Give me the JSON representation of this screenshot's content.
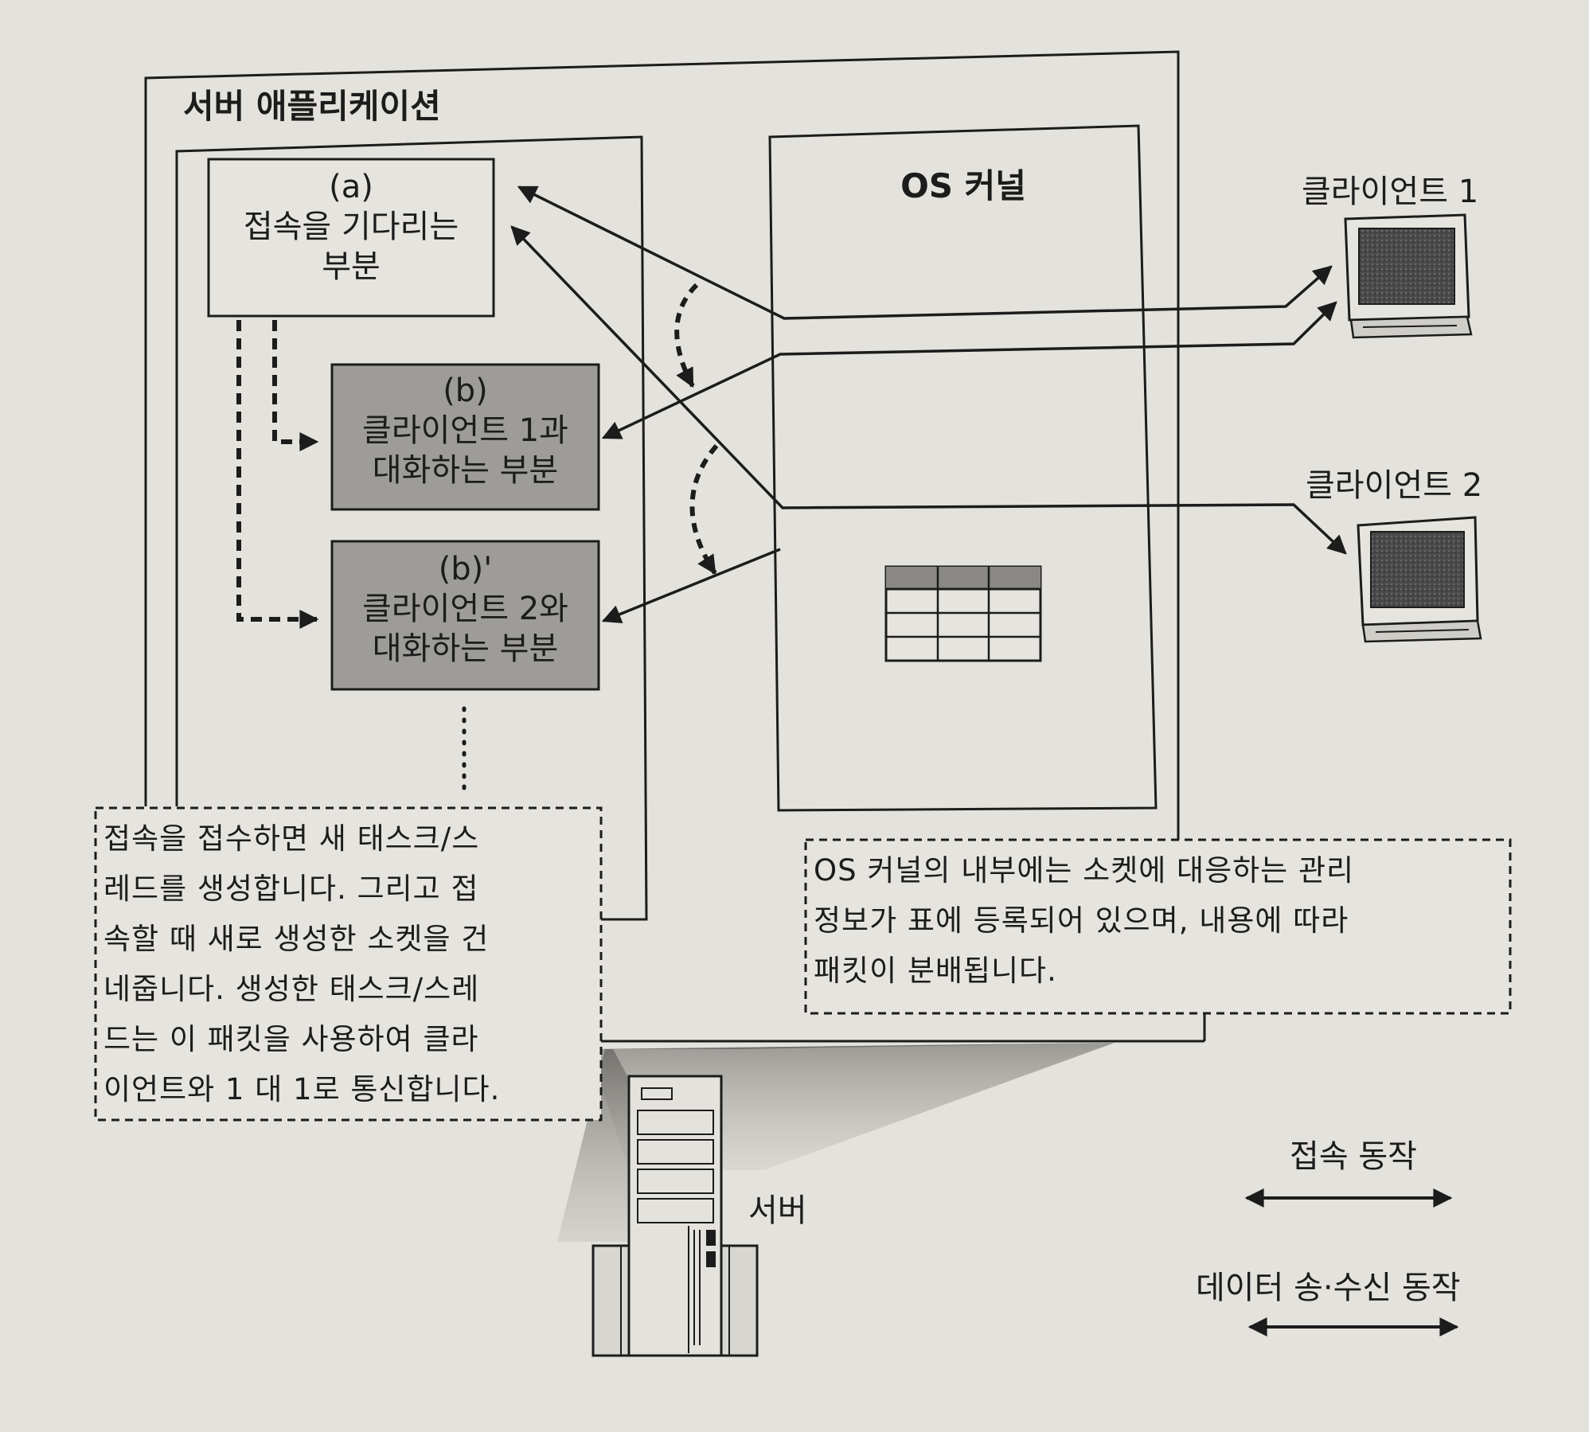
{
  "server_app_title": "서버 애플리케이션",
  "os_kernel_title": "OS 커널",
  "box_a": {
    "tag": "(a)",
    "line1": "접속을 기다리는",
    "line2": "부분"
  },
  "box_b1": {
    "tag": "(b)",
    "line1": "클라이언트 1과",
    "line2": "대화하는 부분"
  },
  "box_b2": {
    "tag": "(b)'",
    "line1": "클라이언트 2와",
    "line2": "대화하는 부분"
  },
  "client1_label": "클라이언트 1",
  "client2_label": "클라이언트 2",
  "server_label": "서버",
  "note_left": [
    "접속을 접수하면 새 태스크/스",
    "레드를 생성합니다. 그리고 접",
    "속할 때 새로 생성한 소켓을 건",
    "네줍니다. 생성한 태스크/스레",
    "드는 이 패킷을 사용하여 클라",
    "이언트와 1 대 1로 통신합니다."
  ],
  "note_right": [
    "OS 커널의 내부에는 소켓에 대응하는 관리",
    "정보가 표에 등록되어 있으며, 내용에 따라",
    "패킷이 분배됩니다."
  ],
  "legend": {
    "connect": "접속 동작",
    "data": "데이터 송·수신 동작"
  },
  "colors": {
    "line": "#1c1c1c",
    "background": "#e4e2dc",
    "shaded_box": "#9e9c98"
  }
}
